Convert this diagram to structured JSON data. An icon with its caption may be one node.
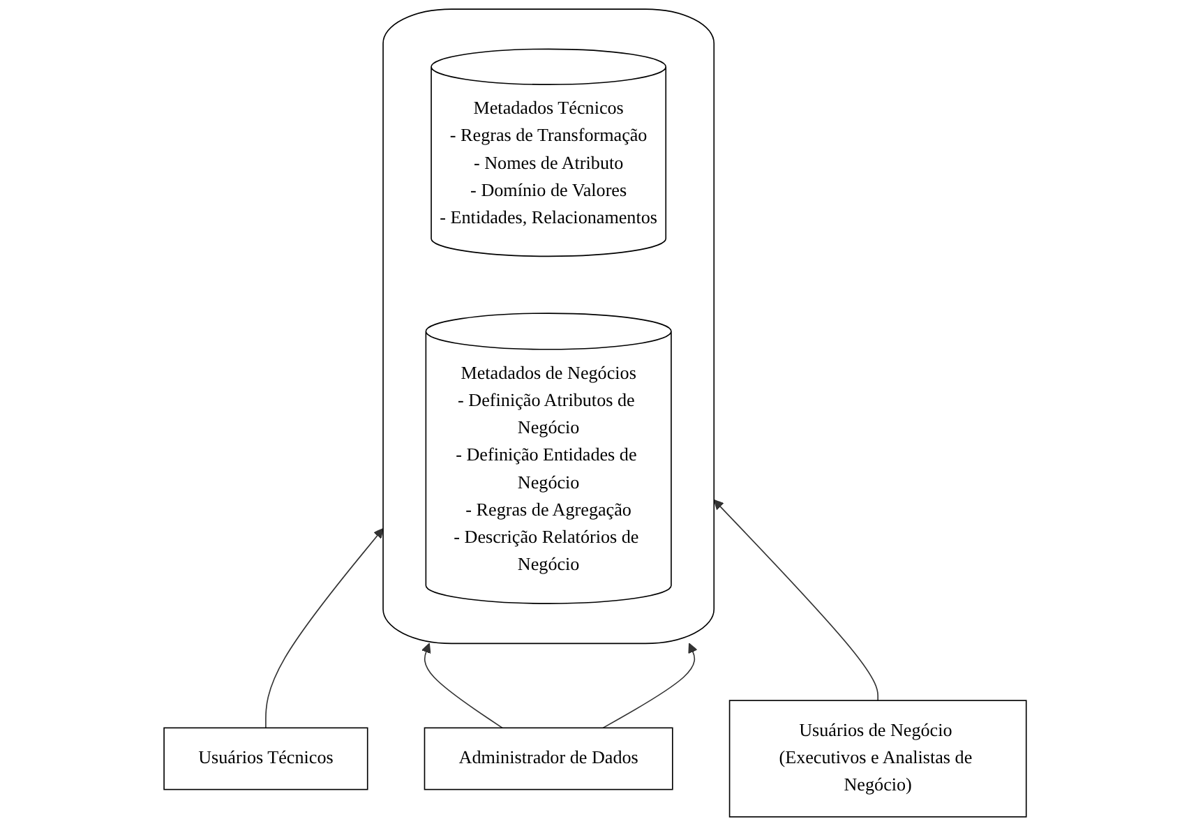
{
  "diagram": {
    "nodes": [
      {
        "text": [],
        "shape": "cylinder"
      },
      {
        "text": [
          "Metadados Técnicos",
          "- Regras de Transformação",
          "- Nomes de Atributo",
          "- Domínio de Valores",
          "- Entidades, Relacionamentos"
        ],
        "in": 0
      },
      {
        "text": [
          "Metadados de Negócios",
          "- Definição Atributos de Negócio",
          "- Definição Entidades de Negócio",
          "- Regras de Agregação",
          "- Descrição Relatórios de Negócio"
        ],
        "in": 0
      },
      {
        "text": [
          "Usuários Técnicos"
        ]
      },
      {
        "text": [
          "Administrador de Dados"
        ]
      },
      {
        "text": [
          "Usuários de Negócio (Executivos e Analistas de Negócio)"
        ]
      }
    ],
    "edges": [
      {
        "from": 3,
        "to": 0,
        "arrow": "to"
      },
      {
        "from": 4,
        "to": 0,
        "arrow": "to"
      },
      {
        "from": 4,
        "to": 0,
        "arrow": "to"
      },
      {
        "from": 5,
        "to": 0,
        "arrow": "to"
      }
    ]
  }
}
